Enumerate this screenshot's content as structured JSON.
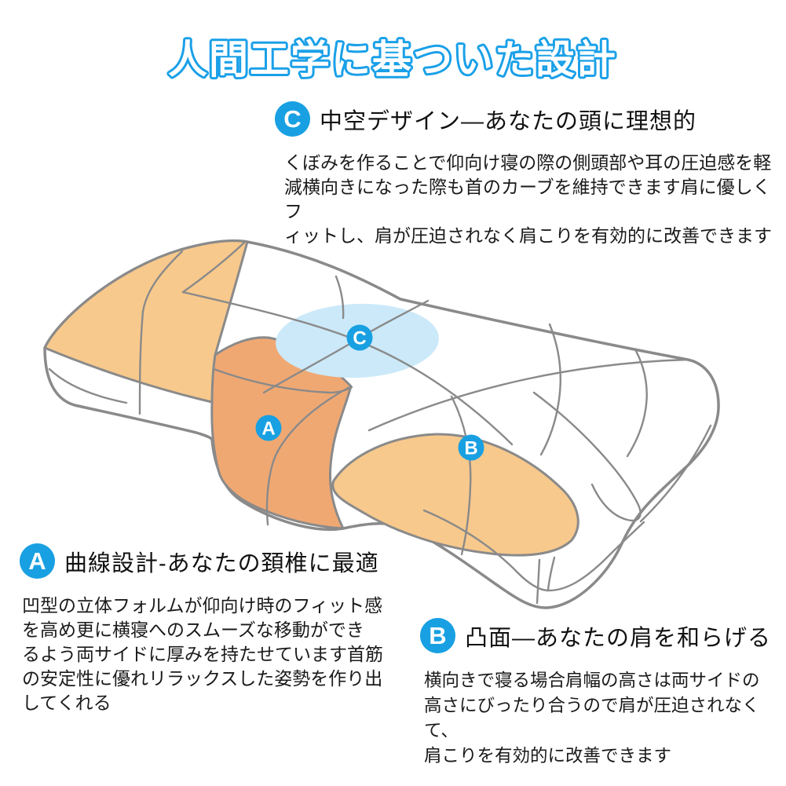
{
  "title": "人間工学に基ついた設計",
  "sections": {
    "c": {
      "letter": "C",
      "heading": "中空デザイン―あなたの頭に理想的",
      "body": "くぼみを作ることで仰向け寝の際の側頭部や耳の圧迫感を軽\n減横向きになった際も首のカーブを維持できます肩に優しくフ\nィットし、肩が圧迫されなく肩こりを有効的に改善できます"
    },
    "a": {
      "letter": "A",
      "heading": "曲線設計-あなたの頚椎に最適",
      "body": "凹型の立体フォルムが仰向け時のフィット感\nを高め更に横寝へのスムーズな移動ができ\nるよう両サイドに厚みを持たせています首筋\nの安定性に優れリラックスした姿勢を作り出\nしてくれる"
    },
    "b": {
      "letter": "B",
      "heading": "凸面―あなたの肩を和らげる",
      "body": "横向きで寝る場合肩幅の高さは両サイドの\n高さにびったり合うので肩が圧迫されなくて、\n肩こりを有効的に改善できます"
    }
  },
  "diagram": {
    "markers": {
      "a": {
        "letter": "A"
      },
      "b": {
        "letter": "B"
      },
      "c": {
        "letter": "C"
      }
    }
  },
  "colors": {
    "accent_blue": "#18a0e2",
    "title_blue": "#1aa0e8",
    "side_orange": "#f8c98c",
    "front_orange": "#f0a873",
    "hollow_blue": "#cbe9f9",
    "line_gray": "#8a8a8a",
    "text": "#1a1a1a"
  }
}
